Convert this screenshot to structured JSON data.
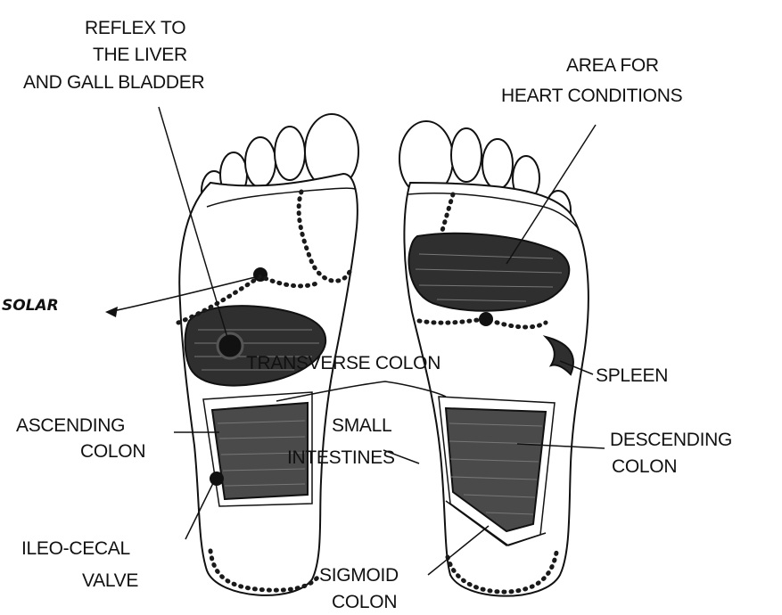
{
  "labels": {
    "reflex_line1": "REFLEX TO",
    "reflex_line2": "THE LIVER",
    "reflex_line3": "AND GALL BLADDER",
    "heart_line1": "AREA FOR",
    "heart_line2": "HEART CONDITIONS",
    "solar": "SOLAR",
    "transverse": "TRANSVERSE COLON",
    "spleen": "SPLEEN",
    "ascending_line1": "ASCENDING",
    "ascending_line2": "COLON",
    "small_line1": "SMALL",
    "small_line2": "INTESTINES",
    "descending_line1": "DESCENDING",
    "descending_line2": "COLON",
    "ileo_line1": "ILEO-CECAL",
    "ileo_line2": "VALVE",
    "sigmoid_line1": "SIGMOID",
    "sigmoid_line2": "COLON"
  },
  "colors": {
    "ink": "#111111",
    "zone_fill": "#2f2f2f",
    "background": "#ffffff"
  }
}
